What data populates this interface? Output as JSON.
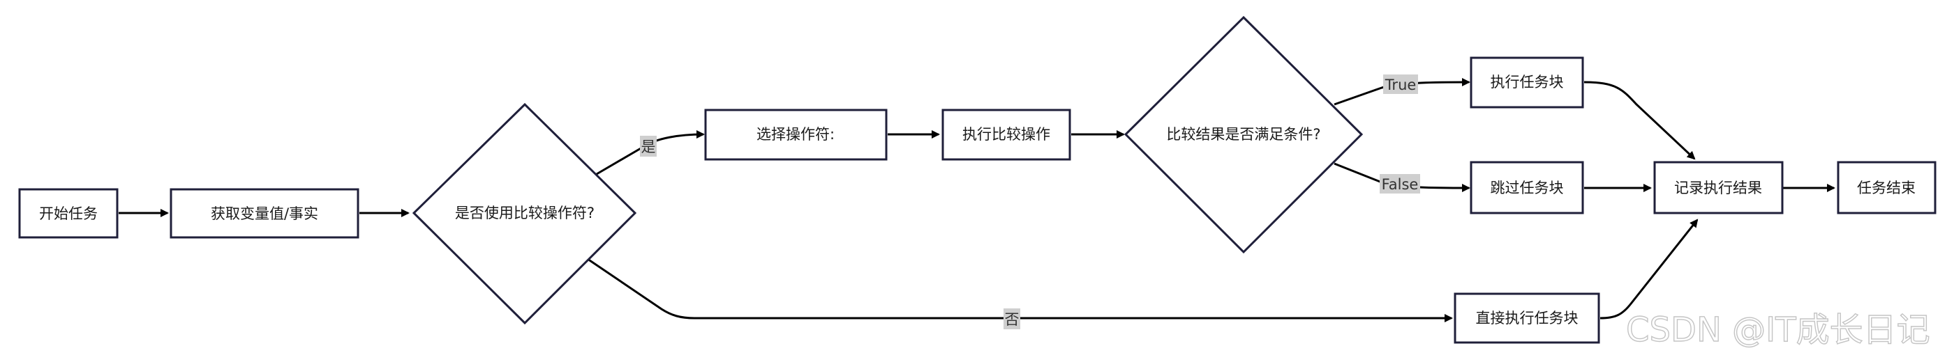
{
  "nodes": {
    "start": "开始任务",
    "get_var": "获取变量值/事实",
    "use_compare": "是否使用比较操作符?",
    "select_op": "选择操作符:",
    "exec_compare": "执行比较操作",
    "compare_result": "比较结果是否满足条件?",
    "exec_task": "执行任务块",
    "skip_task": "跳过任务块",
    "direct_exec": "直接执行任务块",
    "record": "记录执行结果",
    "end": "任务结束"
  },
  "edge_labels": {
    "yes": "是",
    "no": "否",
    "true": "True",
    "false": "False"
  },
  "watermark": "CSDN @IT成长日记"
}
